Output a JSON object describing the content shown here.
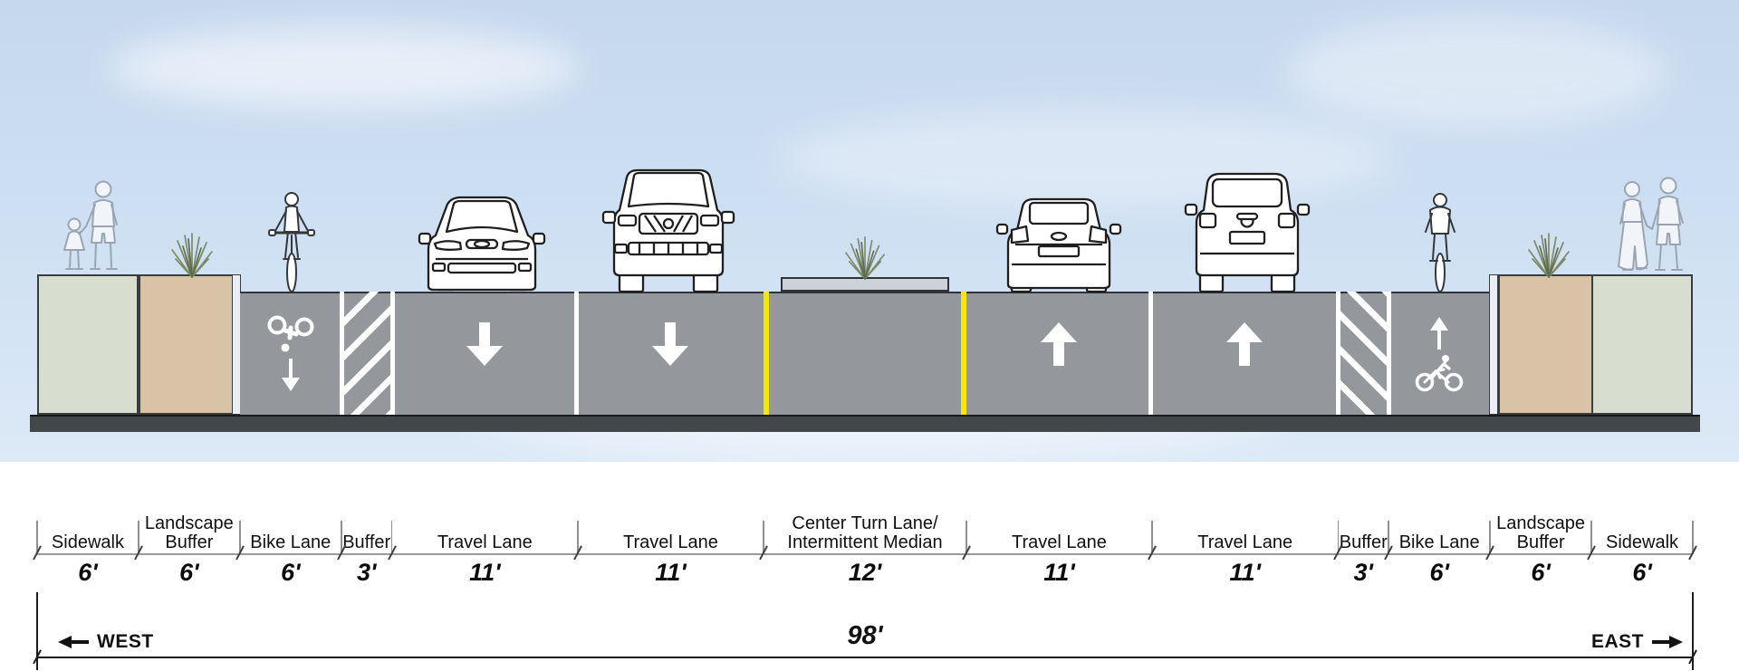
{
  "title": "Street cross-section diagram",
  "footer": {
    "west": "WEST",
    "east": "EAST",
    "total": "98'"
  },
  "segments": [
    {
      "id": "sidewalk-west",
      "label_lines": [
        "Sidewalk"
      ],
      "width_ft": 6,
      "dim": "6'",
      "kind": "sidewalk"
    },
    {
      "id": "landscape-buffer-west",
      "label_lines": [
        "Landscape",
        "Buffer"
      ],
      "width_ft": 6,
      "dim": "6'",
      "kind": "landscape-buffer"
    },
    {
      "id": "bike-lane-west",
      "label_lines": [
        "Bike Lane"
      ],
      "width_ft": 6,
      "dim": "6'",
      "kind": "bike-lane"
    },
    {
      "id": "buffer-west",
      "label_lines": [
        "Buffer"
      ],
      "width_ft": 3,
      "dim": "3'",
      "kind": "painted-buffer"
    },
    {
      "id": "travel-lane-1",
      "label_lines": [
        "Travel Lane"
      ],
      "width_ft": 11,
      "dim": "11'",
      "kind": "travel-lane-westbound"
    },
    {
      "id": "travel-lane-2",
      "label_lines": [
        "Travel Lane"
      ],
      "width_ft": 11,
      "dim": "11'",
      "kind": "travel-lane-westbound"
    },
    {
      "id": "center-turn-lane",
      "label_lines": [
        "Center Turn Lane/",
        "Intermittent Median"
      ],
      "width_ft": 12,
      "dim": "12'",
      "kind": "center-turn-lane"
    },
    {
      "id": "travel-lane-3",
      "label_lines": [
        "Travel Lane"
      ],
      "width_ft": 11,
      "dim": "11'",
      "kind": "travel-lane-eastbound"
    },
    {
      "id": "travel-lane-4",
      "label_lines": [
        "Travel Lane"
      ],
      "width_ft": 11,
      "dim": "11'",
      "kind": "travel-lane-eastbound"
    },
    {
      "id": "buffer-east",
      "label_lines": [
        "Buffer"
      ],
      "width_ft": 3,
      "dim": "3'",
      "kind": "painted-buffer"
    },
    {
      "id": "bike-lane-east",
      "label_lines": [
        "Bike Lane"
      ],
      "width_ft": 6,
      "dim": "6'",
      "kind": "bike-lane"
    },
    {
      "id": "landscape-buffer-east",
      "label_lines": [
        "Landscape",
        "Buffer"
      ],
      "width_ft": 6,
      "dim": "6'",
      "kind": "landscape-buffer"
    },
    {
      "id": "sidewalk-east",
      "label_lines": [
        "Sidewalk"
      ],
      "width_ft": 6,
      "dim": "6'",
      "kind": "sidewalk"
    }
  ],
  "total_width_ft": 98,
  "scene_icons": [
    "pedestrians-adult-child-icon",
    "shrub-icon",
    "cyclist-front-icon",
    "bike-lane-symbol-icon",
    "bike-lane-arrow-down-icon",
    "buffer-hatch-marking",
    "lane-arrow-down-icon",
    "sedan-front-icon",
    "suv-front-icon",
    "median-planter",
    "lane-arrow-up-icon",
    "sedan-rear-icon",
    "suv-rear-icon",
    "bike-lane-arrow-up-icon",
    "cyclist-rear-icon",
    "pedestrians-couple-icon"
  ],
  "colors": {
    "sky_top": "#c6d8ee",
    "sky_bottom": "#dce9f7",
    "road": "#94979c",
    "road_base": "#42474c",
    "sidewalk": "#d8decf",
    "landscape_buffer": "#d8c3a6",
    "curb": "#e9eef5",
    "median_planter": "#cdd2d9",
    "marking_white": "#ffffff",
    "marking_yellow": "#f7e508",
    "shrub_green": "#7d8a68",
    "pedestrian_outline": "#9aa5b1",
    "text": "#111111"
  }
}
